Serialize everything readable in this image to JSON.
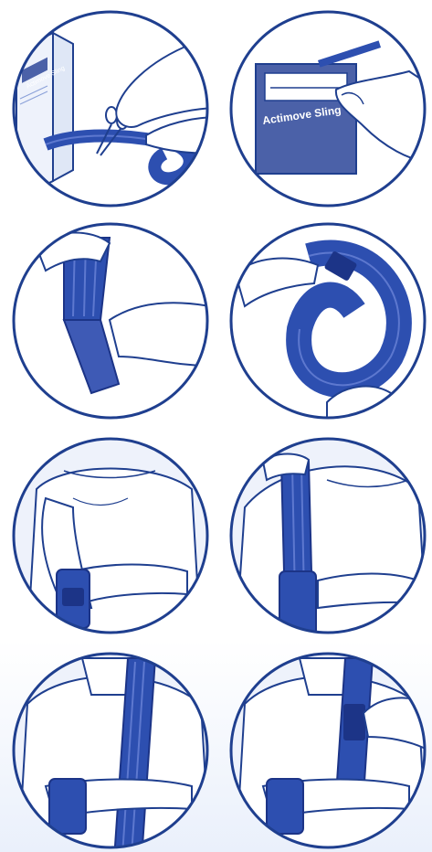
{
  "figure": {
    "description_free": true,
    "box_brand_label": "Actimove Sling",
    "box_small_text": "Sling label",
    "packet_label": "Actimove Sling",
    "colors": {
      "outline": "#1f3f8f",
      "strap": "#2d4fb0",
      "strap_dark": "#1c3487",
      "strap_stripe": "#5d78cf",
      "skin": "#ffffff",
      "skin_shade": "#dfe7f6",
      "bg_fill": "#eef2fb",
      "accent_panel": "#4b61a8"
    },
    "steps": [
      {
        "id": 1,
        "scene": "open-box-with-scissors"
      },
      {
        "id": 2,
        "scene": "open-packet"
      },
      {
        "id": 3,
        "scene": "fold-strap-end"
      },
      {
        "id": 4,
        "scene": "loop-strap"
      },
      {
        "id": 5,
        "scene": "cuff-on-wrist-front"
      },
      {
        "id": 6,
        "scene": "strap-over-shoulder"
      },
      {
        "id": 7,
        "scene": "sling-front-view"
      },
      {
        "id": 8,
        "scene": "adjust-buckle"
      }
    ]
  }
}
